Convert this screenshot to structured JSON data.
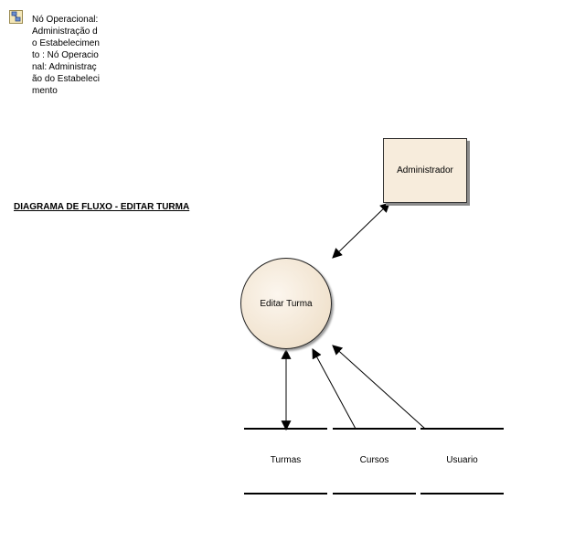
{
  "node": {
    "caption": "Nó Operacional: Administração do Estabelecimento : Nó Operacional: Administração do Estabelecimento",
    "icon": "diagram-node-icon"
  },
  "diagram": {
    "title": "DIAGRAMA DE FLUXO - EDITAR TURMA"
  },
  "actor": {
    "label": "Administrador"
  },
  "process": {
    "label": "Editar Turma"
  },
  "stores": [
    {
      "label": "Turmas"
    },
    {
      "label": "Cursos"
    },
    {
      "label": "Usuario"
    }
  ],
  "colors": {
    "box_fill": "#f7ecdc",
    "circle_fill": "#f1e3cf",
    "line": "#000000"
  }
}
